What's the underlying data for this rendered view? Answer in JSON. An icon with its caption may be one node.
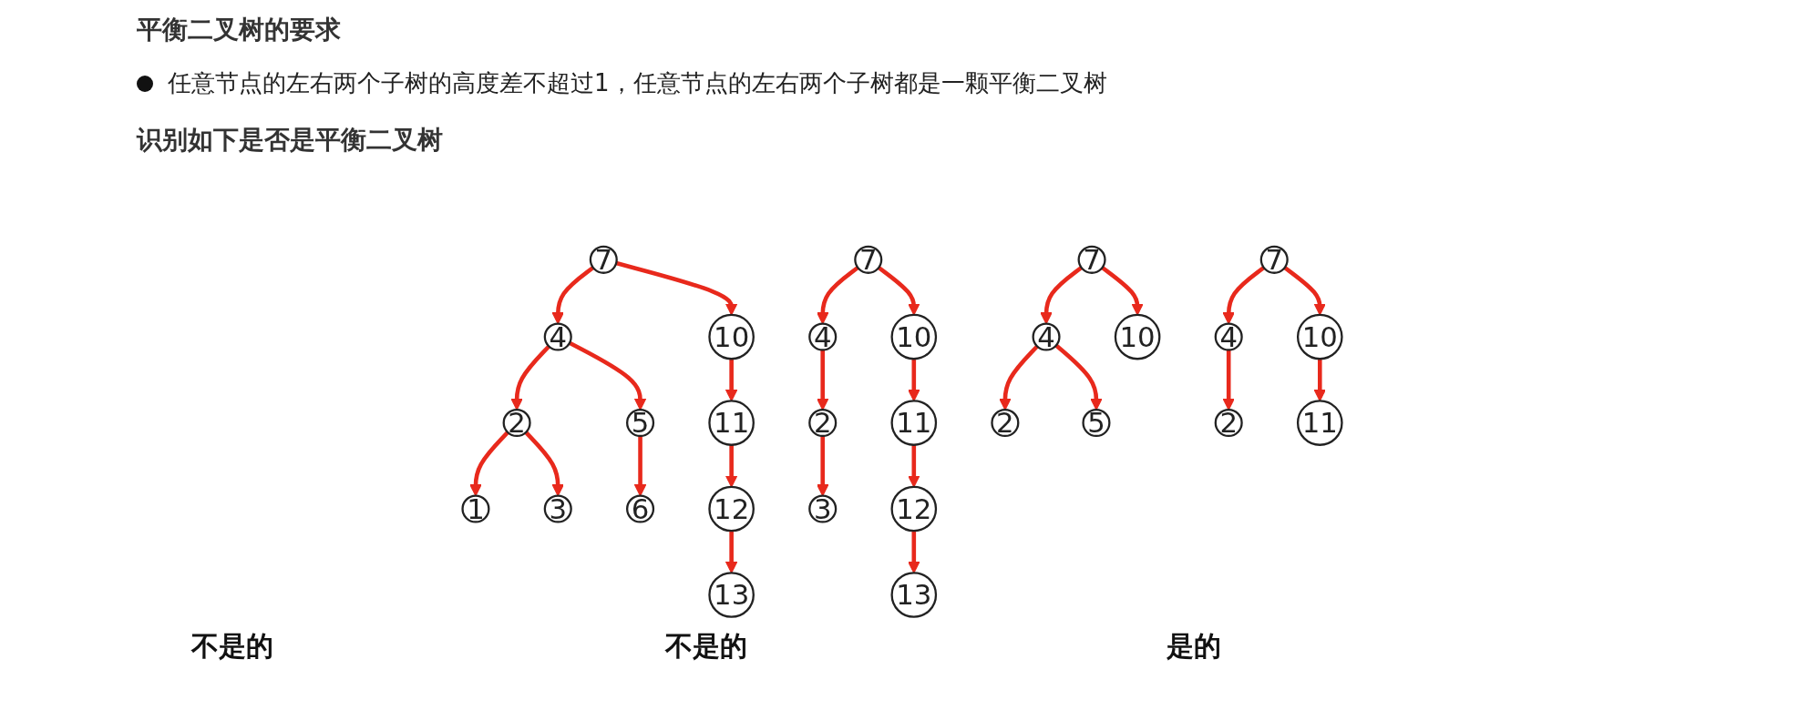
{
  "diagram": {
    "title": "平衡二叉树的要求",
    "nodes": [
      {
        "text": [
          "7"
        ]
      },
      {
        "text": [
          "4"
        ]
      },
      {
        "text": [
          "10"
        ]
      },
      {
        "text": [
          "2"
        ]
      },
      {
        "text": [
          "5"
        ]
      },
      {
        "text": [
          "11"
        ]
      },
      {
        "text": [
          "1"
        ]
      },
      {
        "text": [
          "3"
        ]
      },
      {
        "text": [
          "6"
        ]
      },
      {
        "text": [
          "12"
        ]
      },
      {
        "text": [
          "13"
        ]
      },
      {
        "text": [
          "7"
        ]
      },
      {
        "text": [
          "4"
        ]
      },
      {
        "text": [
          "10"
        ]
      },
      {
        "text": [
          "2"
        ]
      },
      {
        "text": [
          "11"
        ]
      },
      {
        "text": [
          "3"
        ]
      },
      {
        "text": [
          "12"
        ]
      },
      {
        "text": [
          "13"
        ]
      },
      {
        "text": [
          "7"
        ]
      },
      {
        "text": [
          "4"
        ]
      },
      {
        "text": [
          "10"
        ]
      },
      {
        "text": [
          "2"
        ]
      },
      {
        "text": [
          "5"
        ]
      },
      {
        "text": [
          "7"
        ]
      },
      {
        "text": [
          "4"
        ]
      },
      {
        "text": [
          "10"
        ]
      },
      {
        "text": [
          "2"
        ]
      },
      {
        "text": [
          "11"
        ]
      }
    ],
    "edges": [
      {
        "from": 0,
        "to": 1,
        "arrow": "to"
      },
      {
        "from": 0,
        "to": 2,
        "arrow": "to"
      },
      {
        "from": 1,
        "to": 3,
        "arrow": "to"
      },
      {
        "from": 1,
        "to": 4,
        "arrow": "to"
      },
      {
        "from": 2,
        "to": 5,
        "arrow": "to"
      },
      {
        "from": 3,
        "to": 6,
        "arrow": "to"
      },
      {
        "from": 3,
        "to": 7,
        "arrow": "to"
      },
      {
        "from": 4,
        "to": 8,
        "arrow": "to"
      },
      {
        "from": 5,
        "to": 9,
        "arrow": "to"
      },
      {
        "from": 9,
        "to": 10,
        "arrow": "to"
      },
      {
        "from": 11,
        "to": 12,
        "arrow": "to"
      },
      {
        "from": 11,
        "to": 13,
        "arrow": "to"
      },
      {
        "from": 12,
        "to": 14,
        "arrow": "to"
      },
      {
        "from": 13,
        "to": 15,
        "arrow": "to"
      },
      {
        "from": 14,
        "to": 16,
        "arrow": "to"
      },
      {
        "from": 15,
        "to": 17,
        "arrow": "to"
      },
      {
        "from": 17,
        "to": 18,
        "arrow": "to"
      },
      {
        "from": 19,
        "to": 20,
        "arrow": "to"
      },
      {
        "from": 19,
        "to": 21,
        "arrow": "to"
      },
      {
        "from": 20,
        "to": 22,
        "arrow": "to"
      },
      {
        "from": 20,
        "to": 23,
        "arrow": "to"
      },
      {
        "from": 24,
        "to": 25,
        "arrow": "to"
      },
      {
        "from": 24,
        "to": 26,
        "arrow": "to"
      },
      {
        "from": 25,
        "to": 27,
        "arrow": "to"
      },
      {
        "from": 26,
        "to": 28,
        "arrow": "to"
      }
    ],
    "labels": [
      "任意节点的左右两个子树的高度差不超过1，任意节点的左右两个子树都是一颗平衡二叉树",
      "识别如下是否是平衡二叉树",
      "不是的",
      "不是的",
      "是的"
    ]
  }
}
